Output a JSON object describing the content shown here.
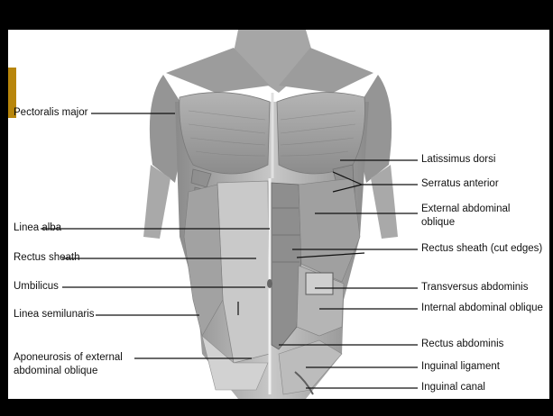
{
  "colors": {
    "frame": "#000000",
    "slide": "#ffffff",
    "accent": "#b8860b",
    "muscle": "#9a9a9a",
    "leader": "#111111"
  },
  "labels_left": {
    "pectoralis_major": "Pectoralis major",
    "linea_alba": "Linea alba",
    "rectus_sheath": "Rectus sheath",
    "umbilicus": "Umbilicus",
    "linea_semilunaris": "Linea semilunaris",
    "aponeurosis_line1": "Aponeurosis of external",
    "aponeurosis_line2": "abdominal oblique"
  },
  "labels_right": {
    "latissimus_dorsi": "Latissimus dorsi",
    "serratus_anterior": "Serratus anterior",
    "external_oblique_line1": "External abdominal",
    "external_oblique_line2": "oblique",
    "rectus_sheath_cut": "Rectus sheath (cut edges)",
    "transversus": "Transversus abdominis",
    "internal_oblique": "Internal abdominal oblique",
    "rectus_abdominis": "Rectus abdominis",
    "inguinal_ligament": "Inguinal ligament",
    "inguinal_canal": "Inguinal canal"
  }
}
